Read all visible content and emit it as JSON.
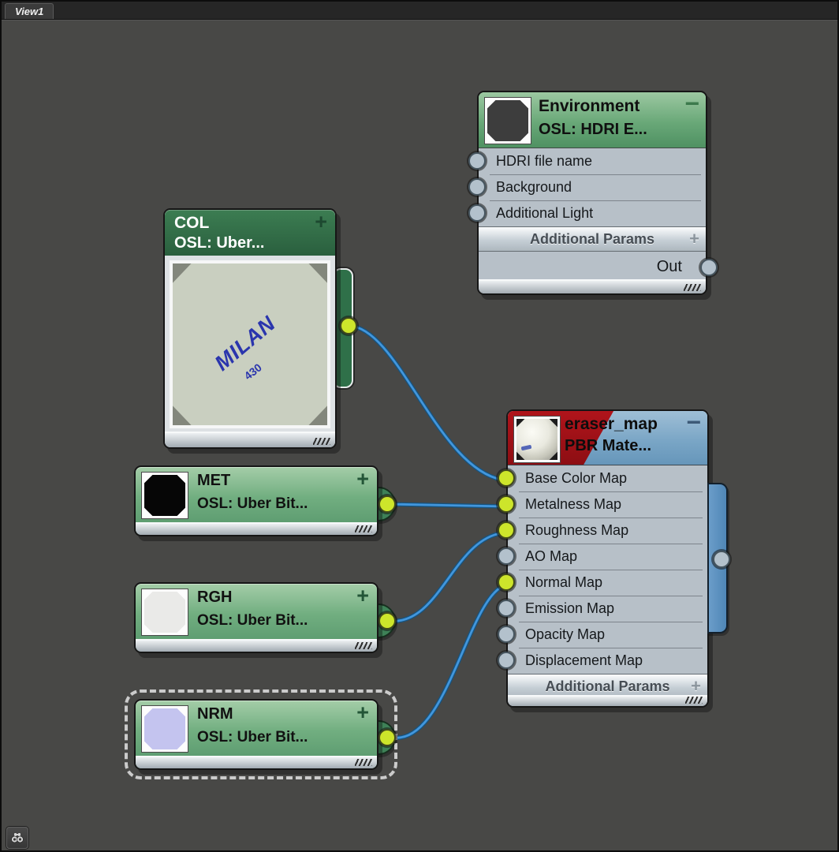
{
  "window": {
    "tab_label": "View1"
  },
  "icons": {
    "plus": "+",
    "minus": "−",
    "binoculars": "binoculars-icon"
  },
  "colors": {
    "wire": "#3f93d6",
    "socket_connected": "#cde52b",
    "socket_empty": "#b3c1cc",
    "map_node_green": "#71ae80",
    "material_header_blue": "#7aa6c6",
    "material_header_red": "#a01117",
    "canvas_background": "#484846"
  },
  "nodes": {
    "environment": {
      "title": "Environment",
      "subtitle": "OSL: HDRI E...",
      "inputs": [
        {
          "label": "HDRI file name",
          "connected": false
        },
        {
          "label": "Background",
          "connected": false
        },
        {
          "label": "Additional Light",
          "connected": false
        }
      ],
      "params_label": "Additional Params",
      "output_label": "Out"
    },
    "col": {
      "title": "COL",
      "subtitle": "OSL:  Uber...",
      "preview": {
        "brand": "MILAN",
        "model": "430"
      }
    },
    "met": {
      "title": "MET",
      "subtitle": "OSL: Uber Bit..."
    },
    "rgh": {
      "title": "RGH",
      "subtitle": "OSL: Uber Bit..."
    },
    "nrm": {
      "title": "NRM",
      "subtitle": "OSL: Uber Bit..."
    },
    "eraser": {
      "title": "eraser_map",
      "subtitle": "PBR Mate...",
      "inputs": [
        {
          "label": "Base Color Map",
          "connected": true
        },
        {
          "label": "Metalness Map",
          "connected": true
        },
        {
          "label": "Roughness Map",
          "connected": true
        },
        {
          "label": "AO Map",
          "connected": false
        },
        {
          "label": "Normal Map",
          "connected": true
        },
        {
          "label": "Emission Map",
          "connected": false
        },
        {
          "label": "Opacity Map",
          "connected": false
        },
        {
          "label": "Displacement Map",
          "connected": false
        }
      ],
      "params_label": "Additional Params"
    }
  },
  "connections": [
    {
      "from": "COL",
      "to": "Base Color Map"
    },
    {
      "from": "MET",
      "to": "Metalness Map"
    },
    {
      "from": "RGH",
      "to": "Roughness Map"
    },
    {
      "from": "NRM",
      "to": "Normal Map"
    }
  ]
}
